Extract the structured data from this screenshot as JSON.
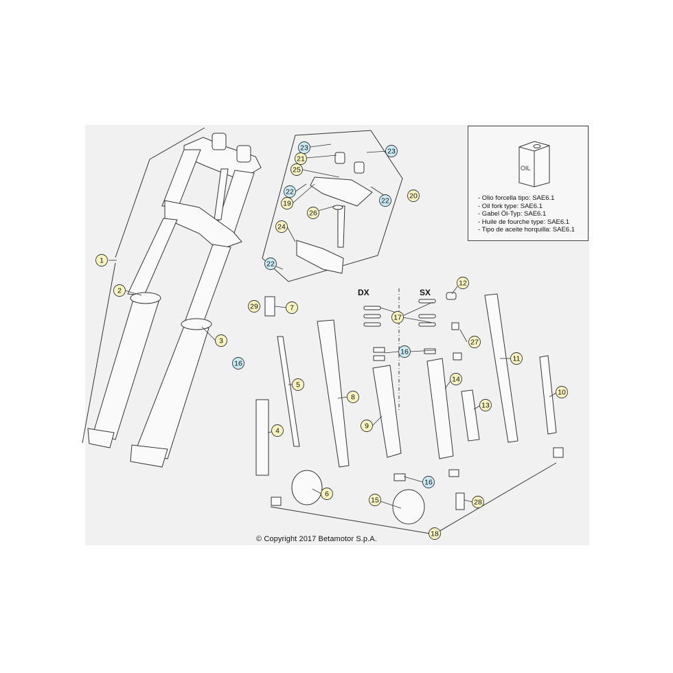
{
  "side_labels": {
    "right": "DX",
    "left": "SX"
  },
  "oil_box": {
    "can_label": "OIL",
    "lines": [
      "- Olio forcella tipo: SAE6.1",
      "- Oil fork type: SAE6.1",
      "- Gabel Öl-Typ: SAE6.1",
      "- Huile de fourche type: SAE6.1",
      "- Tipo de aceite horquilla: SAE6.1"
    ]
  },
  "callouts": [
    {
      "n": "1",
      "c": "yellow"
    },
    {
      "n": "2",
      "c": "yellow"
    },
    {
      "n": "3",
      "c": "yellow"
    },
    {
      "n": "4",
      "c": "yellow"
    },
    {
      "n": "5",
      "c": "yellow"
    },
    {
      "n": "6",
      "c": "yellow"
    },
    {
      "n": "7",
      "c": "yellow"
    },
    {
      "n": "8",
      "c": "yellow"
    },
    {
      "n": "9",
      "c": "yellow"
    },
    {
      "n": "10",
      "c": "yellow"
    },
    {
      "n": "11",
      "c": "yellow"
    },
    {
      "n": "12",
      "c": "yellow"
    },
    {
      "n": "13",
      "c": "yellow"
    },
    {
      "n": "14",
      "c": "yellow"
    },
    {
      "n": "15",
      "c": "yellow"
    },
    {
      "n": "16",
      "c": "blue"
    },
    {
      "n": "16",
      "c": "blue"
    },
    {
      "n": "16",
      "c": "blue"
    },
    {
      "n": "17",
      "c": "yellow"
    },
    {
      "n": "18",
      "c": "yellow"
    },
    {
      "n": "19",
      "c": "yellow"
    },
    {
      "n": "20",
      "c": "yellow"
    },
    {
      "n": "21",
      "c": "yellow"
    },
    {
      "n": "22",
      "c": "blue"
    },
    {
      "n": "22",
      "c": "blue"
    },
    {
      "n": "22",
      "c": "blue"
    },
    {
      "n": "23",
      "c": "blue"
    },
    {
      "n": "23",
      "c": "blue"
    },
    {
      "n": "24",
      "c": "yellow"
    },
    {
      "n": "25",
      "c": "yellow"
    },
    {
      "n": "26",
      "c": "yellow"
    },
    {
      "n": "27",
      "c": "yellow"
    },
    {
      "n": "28",
      "c": "yellow"
    },
    {
      "n": "29",
      "c": "yellow"
    }
  ],
  "colors": {
    "yellow_fill": "#f7f4c0",
    "blue_fill": "#c9ecf4",
    "line": "#333333",
    "sheet": "#f1f1f1"
  },
  "copyright": "© Copyright 2017 Betamotor S.p.A."
}
